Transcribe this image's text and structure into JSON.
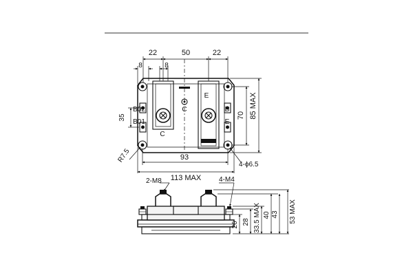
{
  "top_view": {
    "dim_22_left": "22",
    "dim_50": "50",
    "dim_22_right": "22",
    "dim_8_left": "8",
    "dim_8_mid": "8",
    "dim_35": "35",
    "dim_70": "70",
    "dim_85max": "85 MAX",
    "dim_93": "93",
    "dim_113max": "113 MAX",
    "label_r75": "R7.5",
    "label_holes": "4-ϕ6.5",
    "label_b02": "B02",
    "label_b01": "B01",
    "label_c_left": "C",
    "label_c_center": "C",
    "label_e_top": "E",
    "label_b_right": "B",
    "label_e_right": "E"
  },
  "side_view": {
    "label_m8": "2-M8",
    "label_m4": "4-M4",
    "dim_26": "26",
    "dim_28": "28",
    "dim_335max": "33.5 MAX",
    "dim_40": "40",
    "dim_43": "43",
    "dim_53max": "53 MAX"
  }
}
